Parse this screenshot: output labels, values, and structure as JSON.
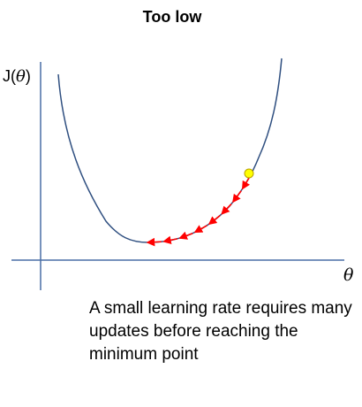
{
  "title": "Too low",
  "y_axis": {
    "prefix": "J(",
    "symbol": "θ",
    "suffix": ")"
  },
  "x_axis": {
    "symbol": "θ"
  },
  "caption": "A small learning rate requires many updates before reaching the minimum point",
  "colors": {
    "axis": "#4a6fa5",
    "curve": "#2f4f80",
    "steps": "#ff0000",
    "start_point": "#ffff00",
    "start_point_stroke": "#b8a000"
  },
  "gradient_steps": {
    "count": 8,
    "direction": "toward-minimum"
  }
}
